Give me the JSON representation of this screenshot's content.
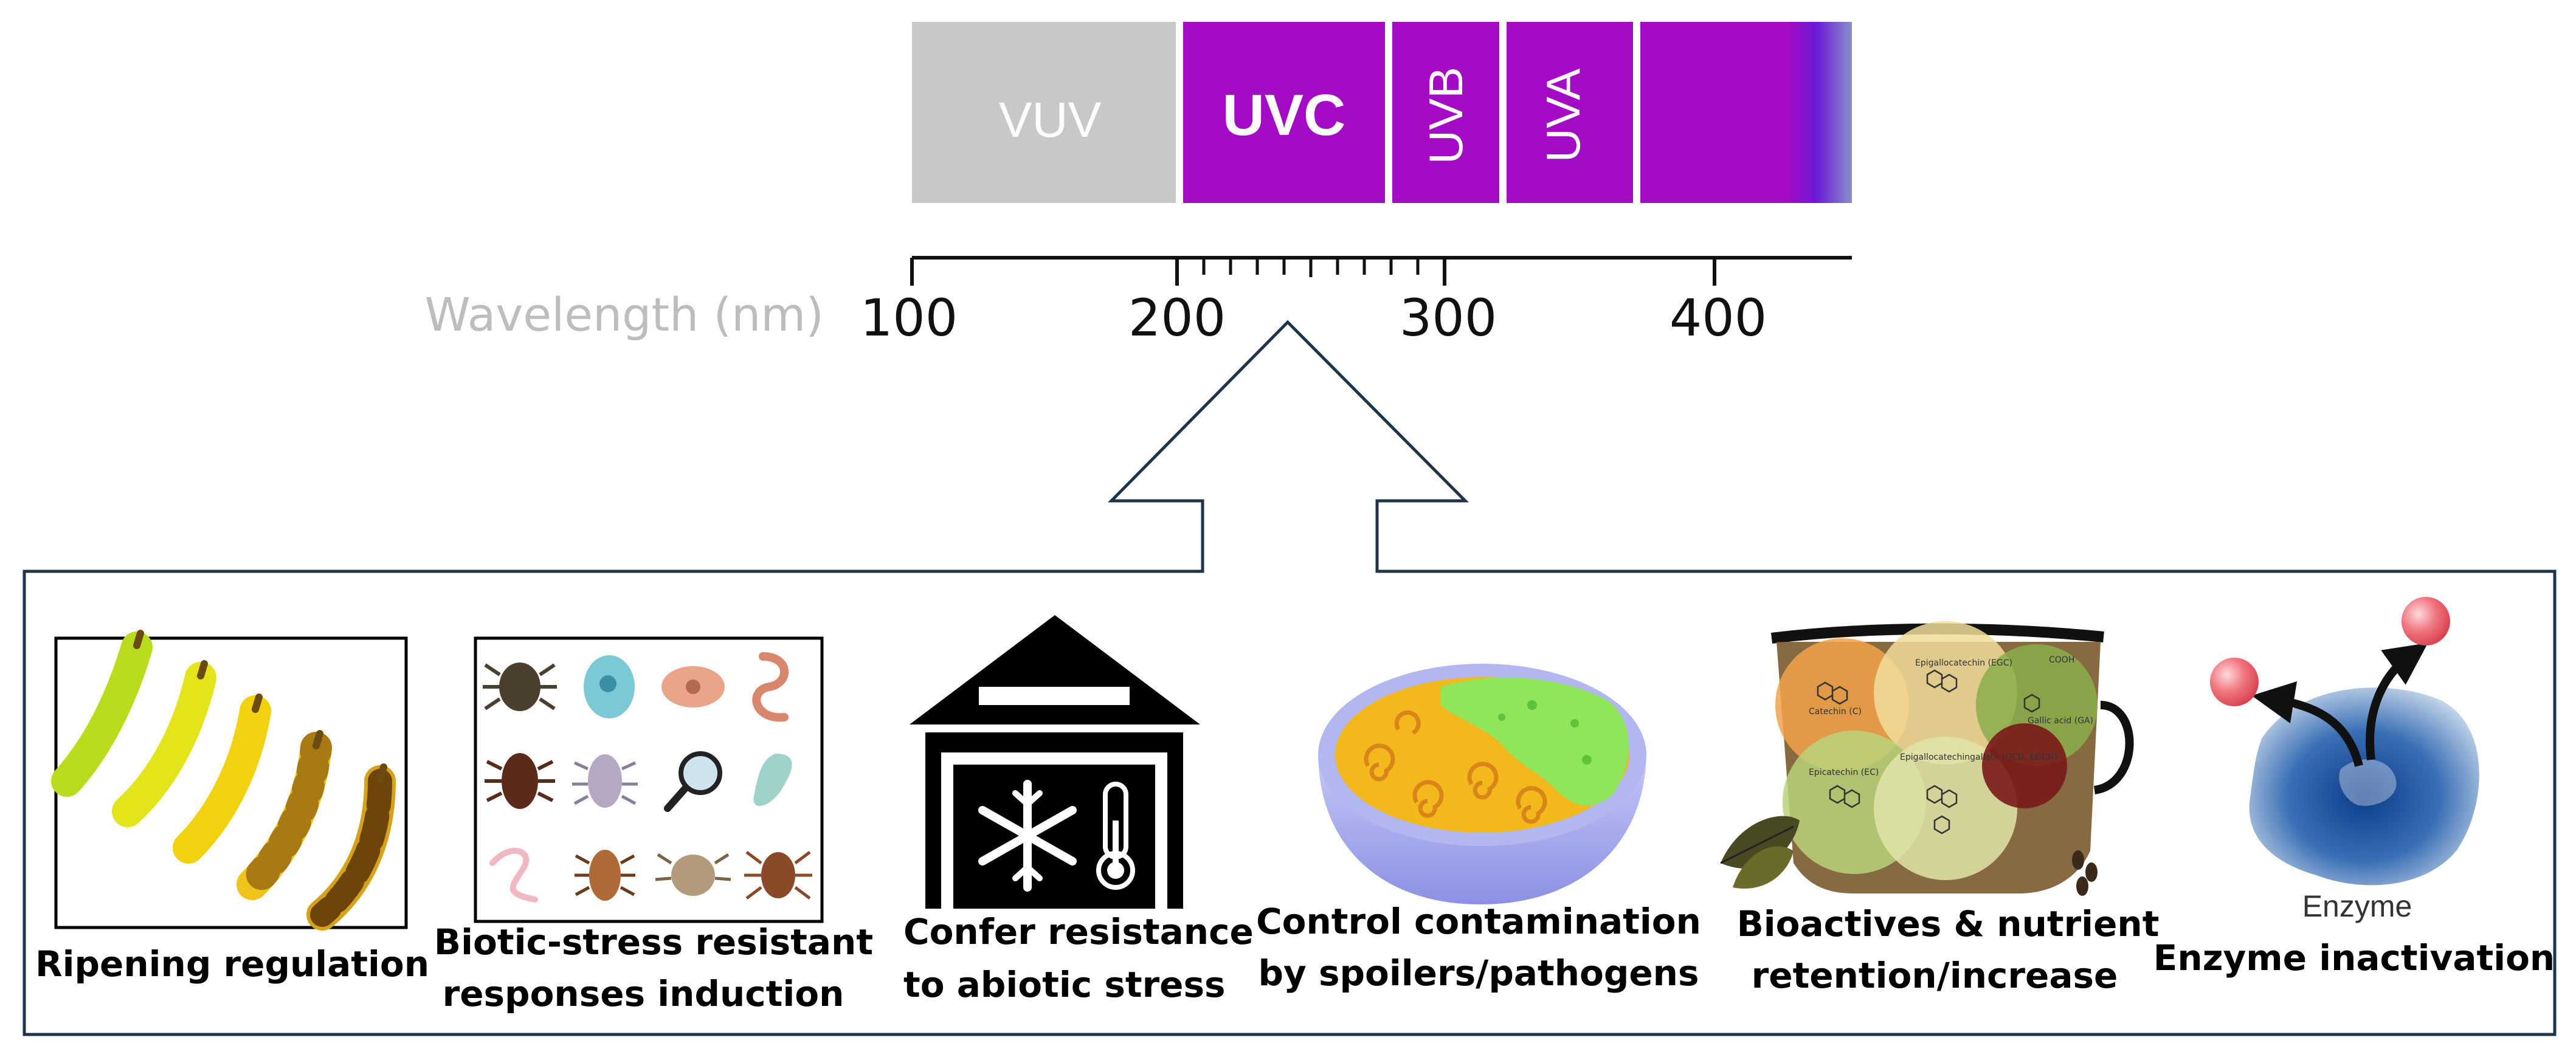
{
  "spectrum": {
    "segments": [
      {
        "label": "VUV",
        "color": "#c8c8c8"
      },
      {
        "label": "UVC",
        "color": "#a30bc4"
      },
      {
        "label": "UVB",
        "color": "#a30bc4"
      },
      {
        "label": "UVA",
        "color": "#a30bc4"
      },
      {
        "label": "",
        "color": "#a30bc4"
      }
    ],
    "axis_title": "Wavelength (nm)",
    "tick_labels": [
      "100",
      "200",
      "300",
      "400"
    ]
  },
  "applications": [
    {
      "line1": "Ripening regulation",
      "line2": ""
    },
    {
      "line1": "Biotic-stress resistant",
      "line2": "responses induction"
    },
    {
      "line1": "Confer resistance",
      "line2": "to abiotic stress"
    },
    {
      "line1": "Control contamination",
      "line2": "by spoilers/pathogens"
    },
    {
      "line1": "Bioactives & nutrient",
      "line2": "retention/increase"
    },
    {
      "line1": "Enzyme inactivation",
      "line2": ""
    }
  ],
  "enzyme_label": "Enzyme",
  "molecule_labels": [
    "Catechin (C)",
    "Epigallocatechin (EGC)",
    "Epicatechin (EC)",
    "Epigallocatechingallate (GCG, EGCG)",
    "Gallic acid (GA)",
    "COOH"
  ],
  "colors": {
    "uv_purple": "#a30bc4",
    "vuv_gray": "#c8c8c8",
    "frame": "#1f3349",
    "arrow": "#1f3349"
  }
}
